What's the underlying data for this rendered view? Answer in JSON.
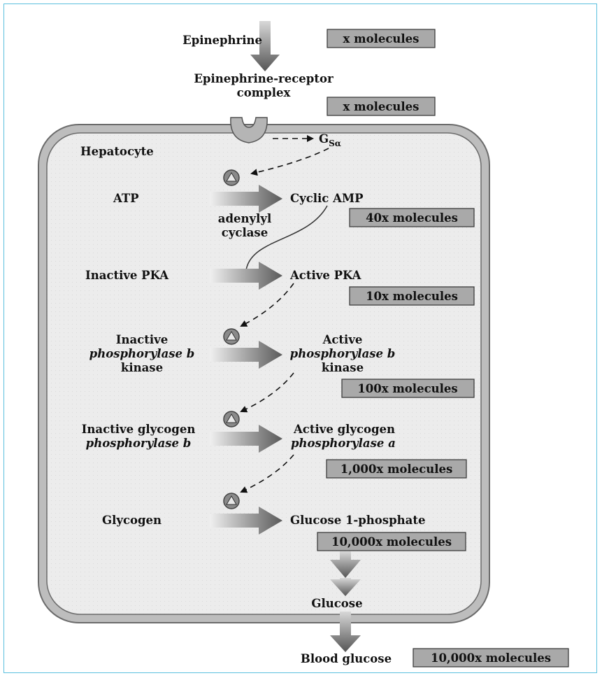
{
  "colors": {
    "cell_fill": "#ececec",
    "cell_border": "#777777",
    "box_fill": "#a9a9a9",
    "arrow_fill": "#6e6e6e",
    "frame_border": "#5bc0de"
  },
  "labels": {
    "epinephrine": "Epinephrine",
    "complex_line1": "Epinephrine-receptor",
    "complex_line2": "complex",
    "gs_main": "G",
    "gs_sub": "Sα",
    "hepatocyte": "Hepatocyte",
    "atp": "ATP",
    "cyclic_amp": "Cyclic AMP",
    "adenylyl": "adenylyl",
    "cyclase": "cyclase",
    "inactive_pka": "Inactive PKA",
    "active_pka": "Active PKA",
    "inactive_kinase_1": "Inactive",
    "inactive_kinase_2": "phosphorylase b",
    "inactive_kinase_3": "kinase",
    "active_kinase_1": "Active",
    "active_kinase_2": "phosphorylase b",
    "active_kinase_3": "kinase",
    "inactive_gp_1": "Inactive glycogen",
    "inactive_gp_2": "phosphorylase b",
    "active_gp_1": "Active glycogen",
    "active_gp_2": "phosphorylase a",
    "glycogen": "Glycogen",
    "g1p": "Glucose 1-phosphate",
    "glucose": "Glucose",
    "blood_glucose": "Blood glucose"
  },
  "amplification": [
    "x molecules",
    "x molecules",
    "40x molecules",
    "10x molecules",
    "100x molecules",
    "1,000x molecules",
    "10,000x molecules",
    "10,000x molecules"
  ]
}
